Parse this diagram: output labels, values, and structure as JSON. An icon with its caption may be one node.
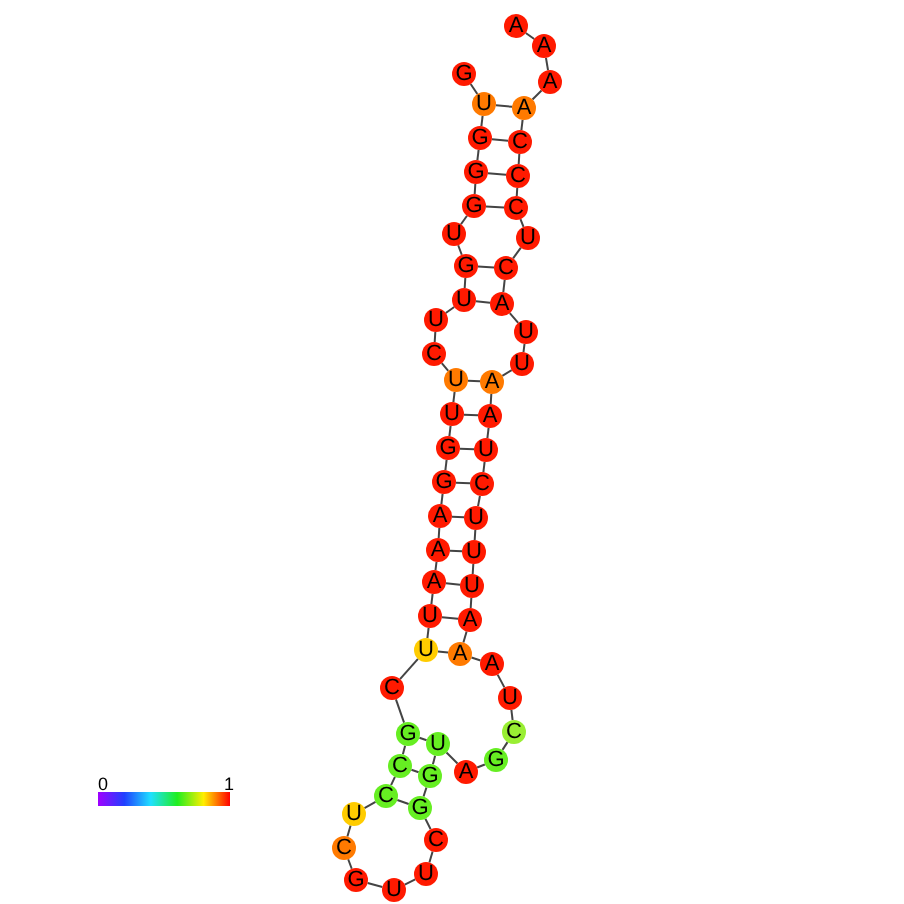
{
  "diagram": {
    "nodes": [
      {
        "text": [
          "G"
        ]
      },
      {
        "text": [
          "U"
        ]
      },
      {
        "text": [
          "G"
        ]
      },
      {
        "text": [
          "G"
        ]
      },
      {
        "text": [
          "G"
        ]
      },
      {
        "text": [
          "U"
        ]
      },
      {
        "text": [
          "G"
        ]
      },
      {
        "text": [
          "U"
        ]
      },
      {
        "text": [
          "U"
        ]
      },
      {
        "text": [
          "C"
        ]
      },
      {
        "text": [
          "U"
        ]
      },
      {
        "text": [
          "U"
        ]
      },
      {
        "text": [
          "G"
        ]
      },
      {
        "text": [
          "G"
        ]
      },
      {
        "text": [
          "A"
        ]
      },
      {
        "text": [
          "A"
        ]
      },
      {
        "text": [
          "A"
        ]
      },
      {
        "text": [
          "U"
        ]
      },
      {
        "text": [
          "U"
        ]
      },
      {
        "text": [
          "C"
        ]
      },
      {
        "text": [
          "G"
        ]
      },
      {
        "text": [
          "C"
        ]
      },
      {
        "text": [
          "C"
        ]
      },
      {
        "text": [
          "U"
        ]
      },
      {
        "text": [
          "C"
        ]
      },
      {
        "text": [
          "G"
        ]
      },
      {
        "text": [
          "U"
        ]
      },
      {
        "text": [
          "U"
        ]
      },
      {
        "text": [
          "C"
        ]
      },
      {
        "text": [
          "G"
        ]
      },
      {
        "text": [
          "G"
        ]
      },
      {
        "text": [
          "U"
        ]
      },
      {
        "text": [
          "A"
        ]
      },
      {
        "text": [
          "G"
        ]
      },
      {
        "text": [
          "C"
        ]
      },
      {
        "text": [
          "U"
        ]
      },
      {
        "text": [
          "A"
        ]
      },
      {
        "text": [
          "A"
        ]
      },
      {
        "text": [
          "A"
        ]
      },
      {
        "text": [
          "U"
        ]
      },
      {
        "text": [
          "U"
        ]
      },
      {
        "text": [
          "U"
        ]
      },
      {
        "text": [
          "C"
        ]
      },
      {
        "text": [
          "U"
        ]
      },
      {
        "text": [
          "A"
        ]
      },
      {
        "text": [
          "A"
        ]
      },
      {
        "text": [
          "U"
        ]
      },
      {
        "text": [
          "U"
        ]
      },
      {
        "text": [
          "A"
        ]
      },
      {
        "text": [
          "C"
        ]
      },
      {
        "text": [
          "U"
        ]
      },
      {
        "text": [
          "C"
        ]
      },
      {
        "text": [
          "C"
        ]
      },
      {
        "text": [
          "C"
        ]
      },
      {
        "text": [
          "A"
        ]
      },
      {
        "text": [
          "A"
        ]
      },
      {
        "text": [
          "A"
        ]
      },
      {
        "text": [
          "A"
        ]
      }
    ],
    "edges": [
      {
        "from": 0,
        "to": 1,
        "arrow": "none"
      },
      {
        "from": 1,
        "to": 2,
        "arrow": "none"
      },
      {
        "from": 2,
        "to": 3,
        "arrow": "none"
      },
      {
        "from": 3,
        "to": 4,
        "arrow": "none"
      },
      {
        "from": 4,
        "to": 5,
        "arrow": "none"
      },
      {
        "from": 5,
        "to": 6,
        "arrow": "none"
      },
      {
        "from": 6,
        "to": 7,
        "arrow": "none"
      },
      {
        "from": 7,
        "to": 8,
        "arrow": "none"
      },
      {
        "from": 8,
        "to": 9,
        "arrow": "none"
      },
      {
        "from": 9,
        "to": 10,
        "arrow": "none"
      },
      {
        "from": 10,
        "to": 11,
        "arrow": "none"
      },
      {
        "from": 11,
        "to": 12,
        "arrow": "none"
      },
      {
        "from": 12,
        "to": 13,
        "arrow": "none"
      },
      {
        "from": 13,
        "to": 14,
        "arrow": "none"
      },
      {
        "from": 14,
        "to": 15,
        "arrow": "none"
      },
      {
        "from": 15,
        "to": 16,
        "arrow": "none"
      },
      {
        "from": 16,
        "to": 17,
        "arrow": "none"
      },
      {
        "from": 17,
        "to": 18,
        "arrow": "none"
      },
      {
        "from": 18,
        "to": 19,
        "arrow": "none"
      },
      {
        "from": 19,
        "to": 20,
        "arrow": "none"
      },
      {
        "from": 20,
        "to": 21,
        "arrow": "none"
      },
      {
        "from": 21,
        "to": 22,
        "arrow": "none"
      },
      {
        "from": 22,
        "to": 23,
        "arrow": "none"
      },
      {
        "from": 23,
        "to": 24,
        "arrow": "none"
      },
      {
        "from": 24,
        "to": 25,
        "arrow": "none"
      },
      {
        "from": 25,
        "to": 26,
        "arrow": "none"
      },
      {
        "from": 26,
        "to": 27,
        "arrow": "none"
      },
      {
        "from": 27,
        "to": 28,
        "arrow": "none"
      },
      {
        "from": 28,
        "to": 29,
        "arrow": "none"
      },
      {
        "from": 29,
        "to": 30,
        "arrow": "none"
      },
      {
        "from": 30,
        "to": 31,
        "arrow": "none"
      },
      {
        "from": 31,
        "to": 32,
        "arrow": "none"
      },
      {
        "from": 32,
        "to": 33,
        "arrow": "none"
      },
      {
        "from": 33,
        "to": 34,
        "arrow": "none"
      },
      {
        "from": 34,
        "to": 35,
        "arrow": "none"
      },
      {
        "from": 35,
        "to": 36,
        "arrow": "none"
      },
      {
        "from": 36,
        "to": 37,
        "arrow": "none"
      },
      {
        "from": 37,
        "to": 38,
        "arrow": "none"
      },
      {
        "from": 38,
        "to": 39,
        "arrow": "none"
      },
      {
        "from": 39,
        "to": 40,
        "arrow": "none"
      },
      {
        "from": 40,
        "to": 41,
        "arrow": "none"
      },
      {
        "from": 41,
        "to": 42,
        "arrow": "none"
      },
      {
        "from": 42,
        "to": 43,
        "arrow": "none"
      },
      {
        "from": 43,
        "to": 44,
        "arrow": "none"
      },
      {
        "from": 44,
        "to": 45,
        "arrow": "none"
      },
      {
        "from": 45,
        "to": 46,
        "arrow": "none"
      },
      {
        "from": 46,
        "to": 47,
        "arrow": "none"
      },
      {
        "from": 47,
        "to": 48,
        "arrow": "none"
      },
      {
        "from": 48,
        "to": 49,
        "arrow": "none"
      },
      {
        "from": 49,
        "to": 50,
        "arrow": "none"
      },
      {
        "from": 50,
        "to": 51,
        "arrow": "none"
      },
      {
        "from": 51,
        "to": 52,
        "arrow": "none"
      },
      {
        "from": 52,
        "to": 53,
        "arrow": "none"
      },
      {
        "from": 53,
        "to": 54,
        "arrow": "none"
      },
      {
        "from": 54,
        "to": 55,
        "arrow": "none"
      },
      {
        "from": 55,
        "to": 56,
        "arrow": "none"
      },
      {
        "from": 56,
        "to": 57,
        "arrow": "none"
      },
      {
        "from": 1,
        "to": 54,
        "arrow": "none"
      },
      {
        "from": 2,
        "to": 53,
        "arrow": "none"
      },
      {
        "from": 3,
        "to": 52,
        "arrow": "none"
      },
      {
        "from": 4,
        "to": 51,
        "arrow": "none"
      },
      {
        "from": 6,
        "to": 49,
        "arrow": "none"
      },
      {
        "from": 7,
        "to": 48,
        "arrow": "none"
      },
      {
        "from": 10,
        "to": 45,
        "arrow": "none"
      },
      {
        "from": 11,
        "to": 44,
        "arrow": "none"
      },
      {
        "from": 12,
        "to": 43,
        "arrow": "none"
      },
      {
        "from": 13,
        "to": 42,
        "arrow": "none"
      },
      {
        "from": 14,
        "to": 41,
        "arrow": "none"
      },
      {
        "from": 15,
        "to": 40,
        "arrow": "none"
      },
      {
        "from": 16,
        "to": 39,
        "arrow": "none"
      },
      {
        "from": 17,
        "to": 38,
        "arrow": "none"
      },
      {
        "from": 18,
        "to": 37,
        "arrow": "none"
      },
      {
        "from": 20,
        "to": 31,
        "arrow": "none"
      },
      {
        "from": 21,
        "to": 30,
        "arrow": "none"
      },
      {
        "from": 22,
        "to": 29,
        "arrow": "none"
      }
    ],
    "labels": [
      "0",
      "1"
    ]
  }
}
